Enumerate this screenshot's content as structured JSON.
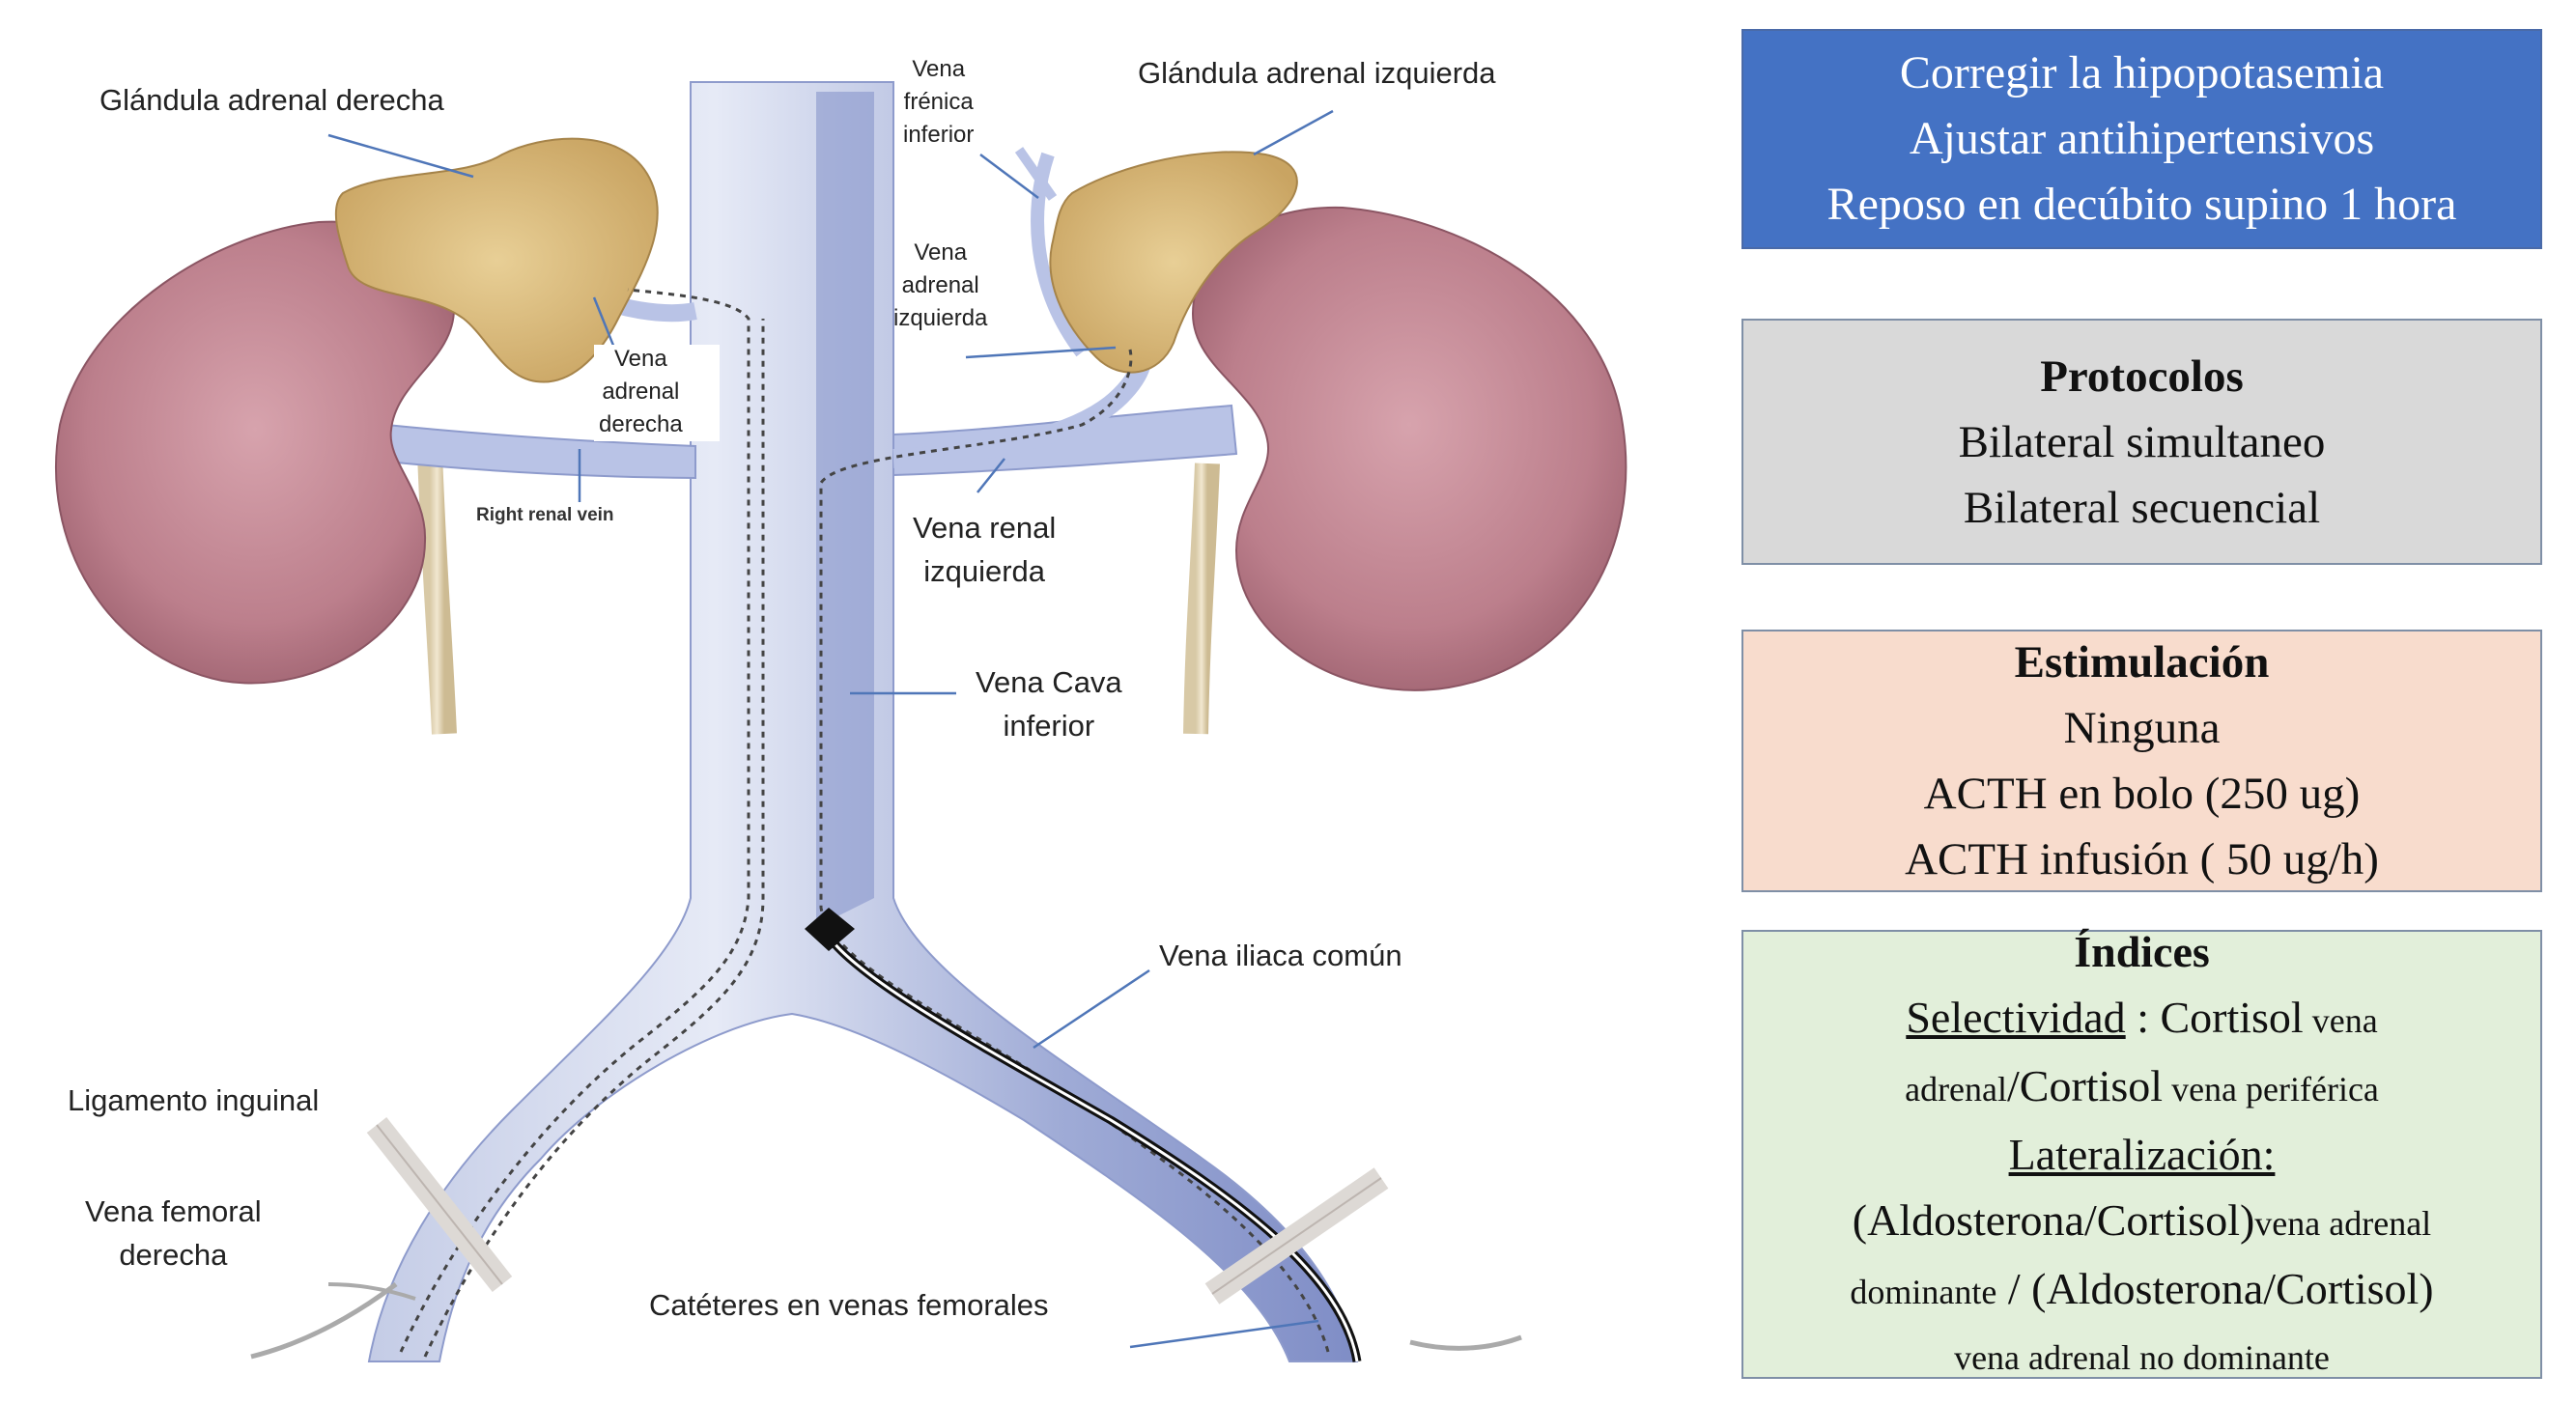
{
  "labels": {
    "right_adrenal_gland": "Glándula adrenal derecha",
    "left_adrenal_gland": "Glándula adrenal izquierda",
    "inferior_phrenic_vein": [
      "Vena",
      "frénica",
      "inferior"
    ],
    "left_adrenal_vein": [
      "Vena",
      "adrenal",
      "izquierda"
    ],
    "right_adrenal_vein": [
      "Vena",
      "adrenal",
      "derecha"
    ],
    "right_renal_vein": "Right renal vein",
    "left_renal_vein": [
      "Vena renal",
      "izquierda"
    ],
    "inferior_vena_cava": [
      "Vena Cava",
      "inferior"
    ],
    "common_iliac_vein": "Vena iliaca común",
    "inguinal_ligament": "Ligamento inguinal",
    "right_femoral_vein": [
      "Vena femoral",
      "derecha"
    ],
    "femoral_catheters": "Catéteres en venas femorales"
  },
  "boxes": {
    "preparation": {
      "lines": [
        "Corregir la hipopotasemia",
        "Ajustar antihipertensivos",
        "Reposo en decúbito supino 1 hora"
      ],
      "color": "#4472c4"
    },
    "protocols": {
      "title": "Protocolos",
      "lines": [
        "Bilateral simultaneo",
        "Bilateral secuencial"
      ],
      "color": "#d9d9d9"
    },
    "stimulation": {
      "title": "Estimulación",
      "lines": [
        "Ninguna",
        "ACTH en bolo (250 ug)",
        "ACTH infusión ( 50 ug/h)"
      ],
      "color": "#f8dccd"
    },
    "indices": {
      "title": "Índices",
      "selectivity_label": "Selectividad",
      "selectivity_sep": " : ",
      "selectivity_num_big": "Cortisol",
      "selectivity_num_small": " vena",
      "selectivity_den_small_1": "adrenal",
      "selectivity_den_big": "/Cortisol",
      "selectivity_den_small_2": " vena periférica",
      "lateralization_label": "Lateralización:",
      "lat_num_big": "(Aldosterona/Cortisol)",
      "lat_num_small": "vena adrenal",
      "lat_den_small": "dominante",
      "lat_den_big": " / (Aldosterona/Cortisol)",
      "lat_den_small_2": "vena adrenal no dominante",
      "color": "#e2efda"
    }
  }
}
